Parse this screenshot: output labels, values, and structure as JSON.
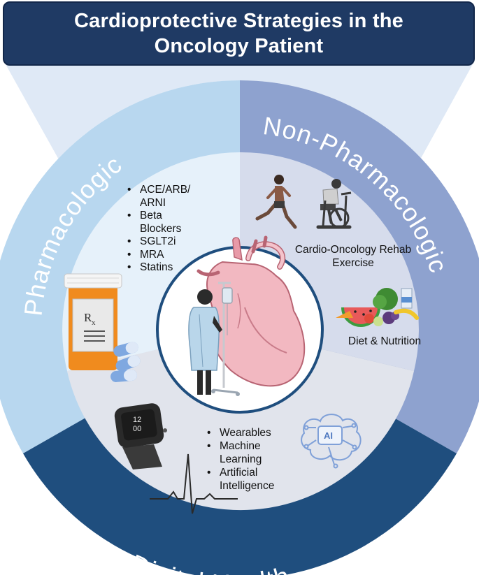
{
  "title": {
    "line1": "Cardioprotective Strategies in the",
    "line2": "Oncology Patient"
  },
  "sections": {
    "pharmacologic": {
      "label": "Pharmacologic",
      "items": [
        "ACE/ARB/",
        "ARNI",
        "Beta",
        "Blockers",
        "SGLT2i",
        "MRA",
        "Statins"
      ]
    },
    "non_pharmacologic": {
      "label": "Non-Pharmacologic",
      "exercise_caption_line1": "Cardio-Oncology Rehab",
      "exercise_caption_line2": "Exercise",
      "diet_caption": "Diet & Nutrition"
    },
    "digital_health": {
      "label": "Digital Health",
      "items": [
        "Wearables",
        "Machine",
        "Learning",
        "Artificial",
        "Intelligence"
      ]
    }
  },
  "illustrations": {
    "watch_time_hour": "12",
    "watch_time_min": "00",
    "ai_chip_label": "AI",
    "prescription_symbol": "R",
    "prescription_symbol_sub": "x"
  },
  "colors": {
    "title_bg": "#1f3a64",
    "pharm_ring": "#b8d7ef",
    "pharm_inner": "#e6f1fa",
    "nonpharm_ring": "#8ea2cf",
    "nonpharm_inner": "#d6dcec",
    "digital_ring": "#1f4e7e",
    "digital_inner": "#e1e4ec",
    "beam": "#dfe9f6"
  }
}
